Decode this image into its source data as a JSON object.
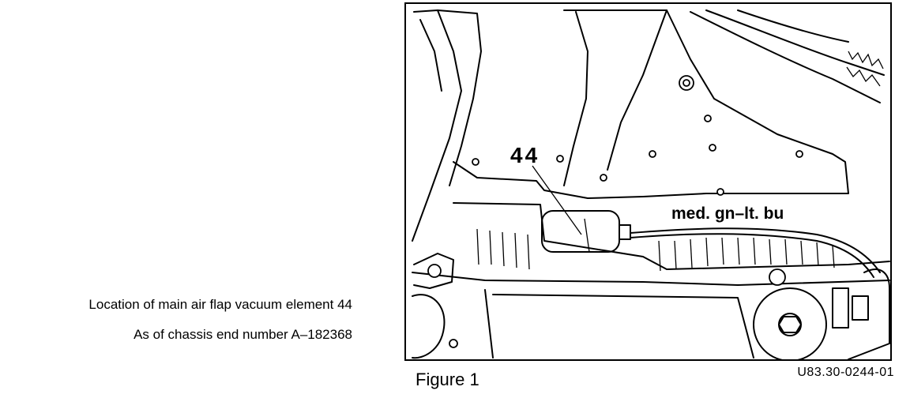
{
  "caption": {
    "line1": "Location of main air flap vacuum element 44",
    "line2": "As of chassis end number A–182368"
  },
  "figure": {
    "callout_number": "44",
    "wire_color_label": "med. gn–lt. bu",
    "label": "Figure 1",
    "code": "U83.30-0244-01"
  }
}
